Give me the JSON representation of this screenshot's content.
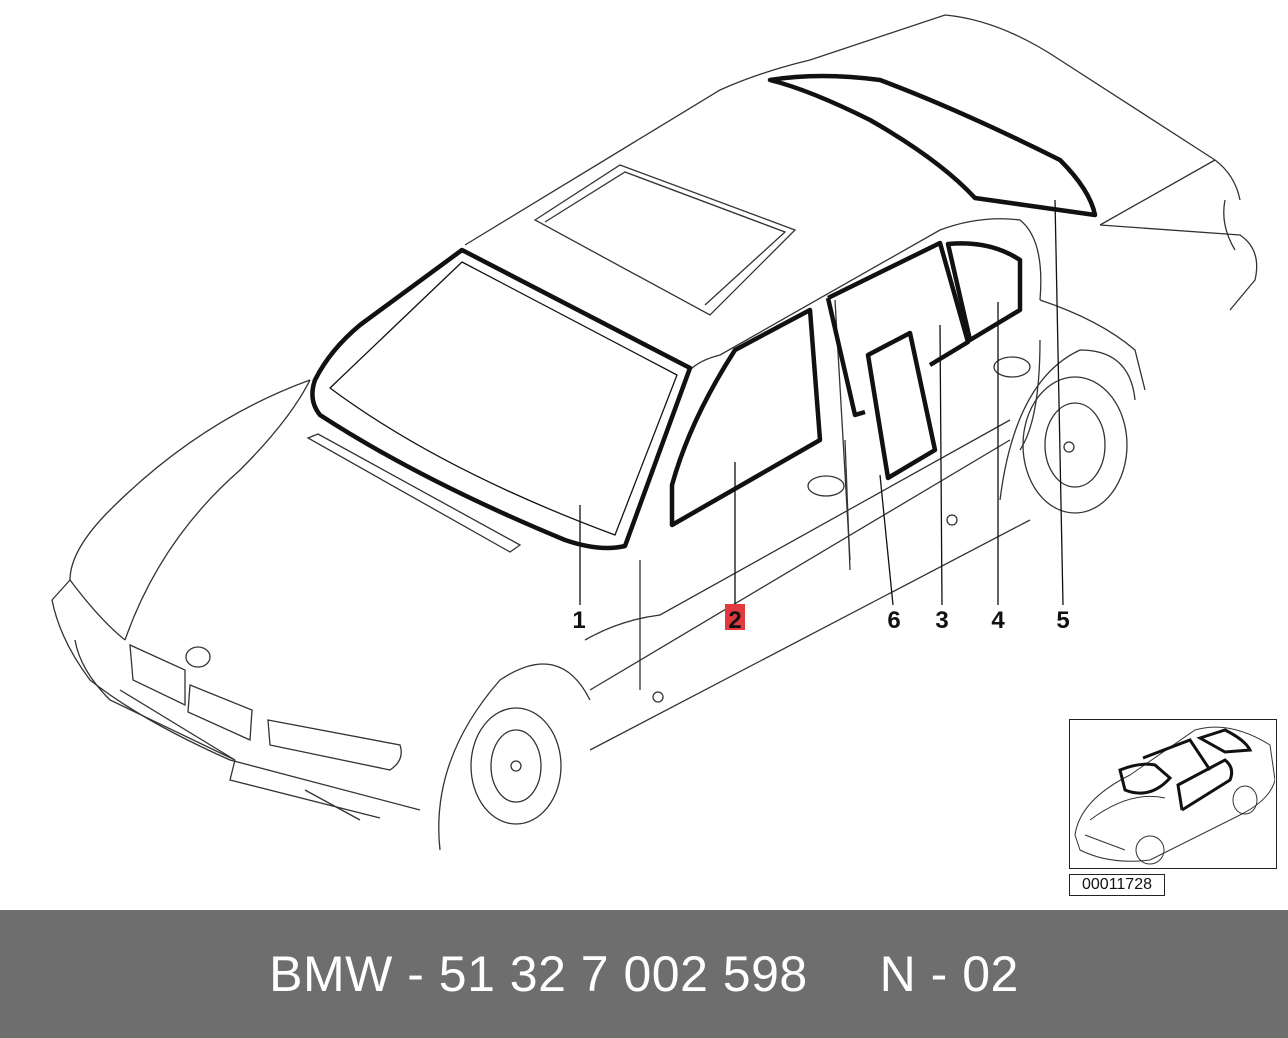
{
  "diagram": {
    "callouts": [
      {
        "id": "1",
        "label": "1",
        "highlighted": false
      },
      {
        "id": "2",
        "label": "2",
        "highlighted": true
      },
      {
        "id": "6",
        "label": "6",
        "highlighted": false
      },
      {
        "id": "3",
        "label": "3",
        "highlighted": false
      },
      {
        "id": "4",
        "label": "4",
        "highlighted": false
      },
      {
        "id": "5",
        "label": "5",
        "highlighted": false
      }
    ],
    "highlight_color": "#e0393e",
    "line_color": "#111111"
  },
  "thumbnail": {
    "code": "00011728"
  },
  "footer": {
    "text": "BMW - 51 32 7 002 598     N - 02",
    "background": "#6e6e6e",
    "text_color": "#ffffff"
  }
}
